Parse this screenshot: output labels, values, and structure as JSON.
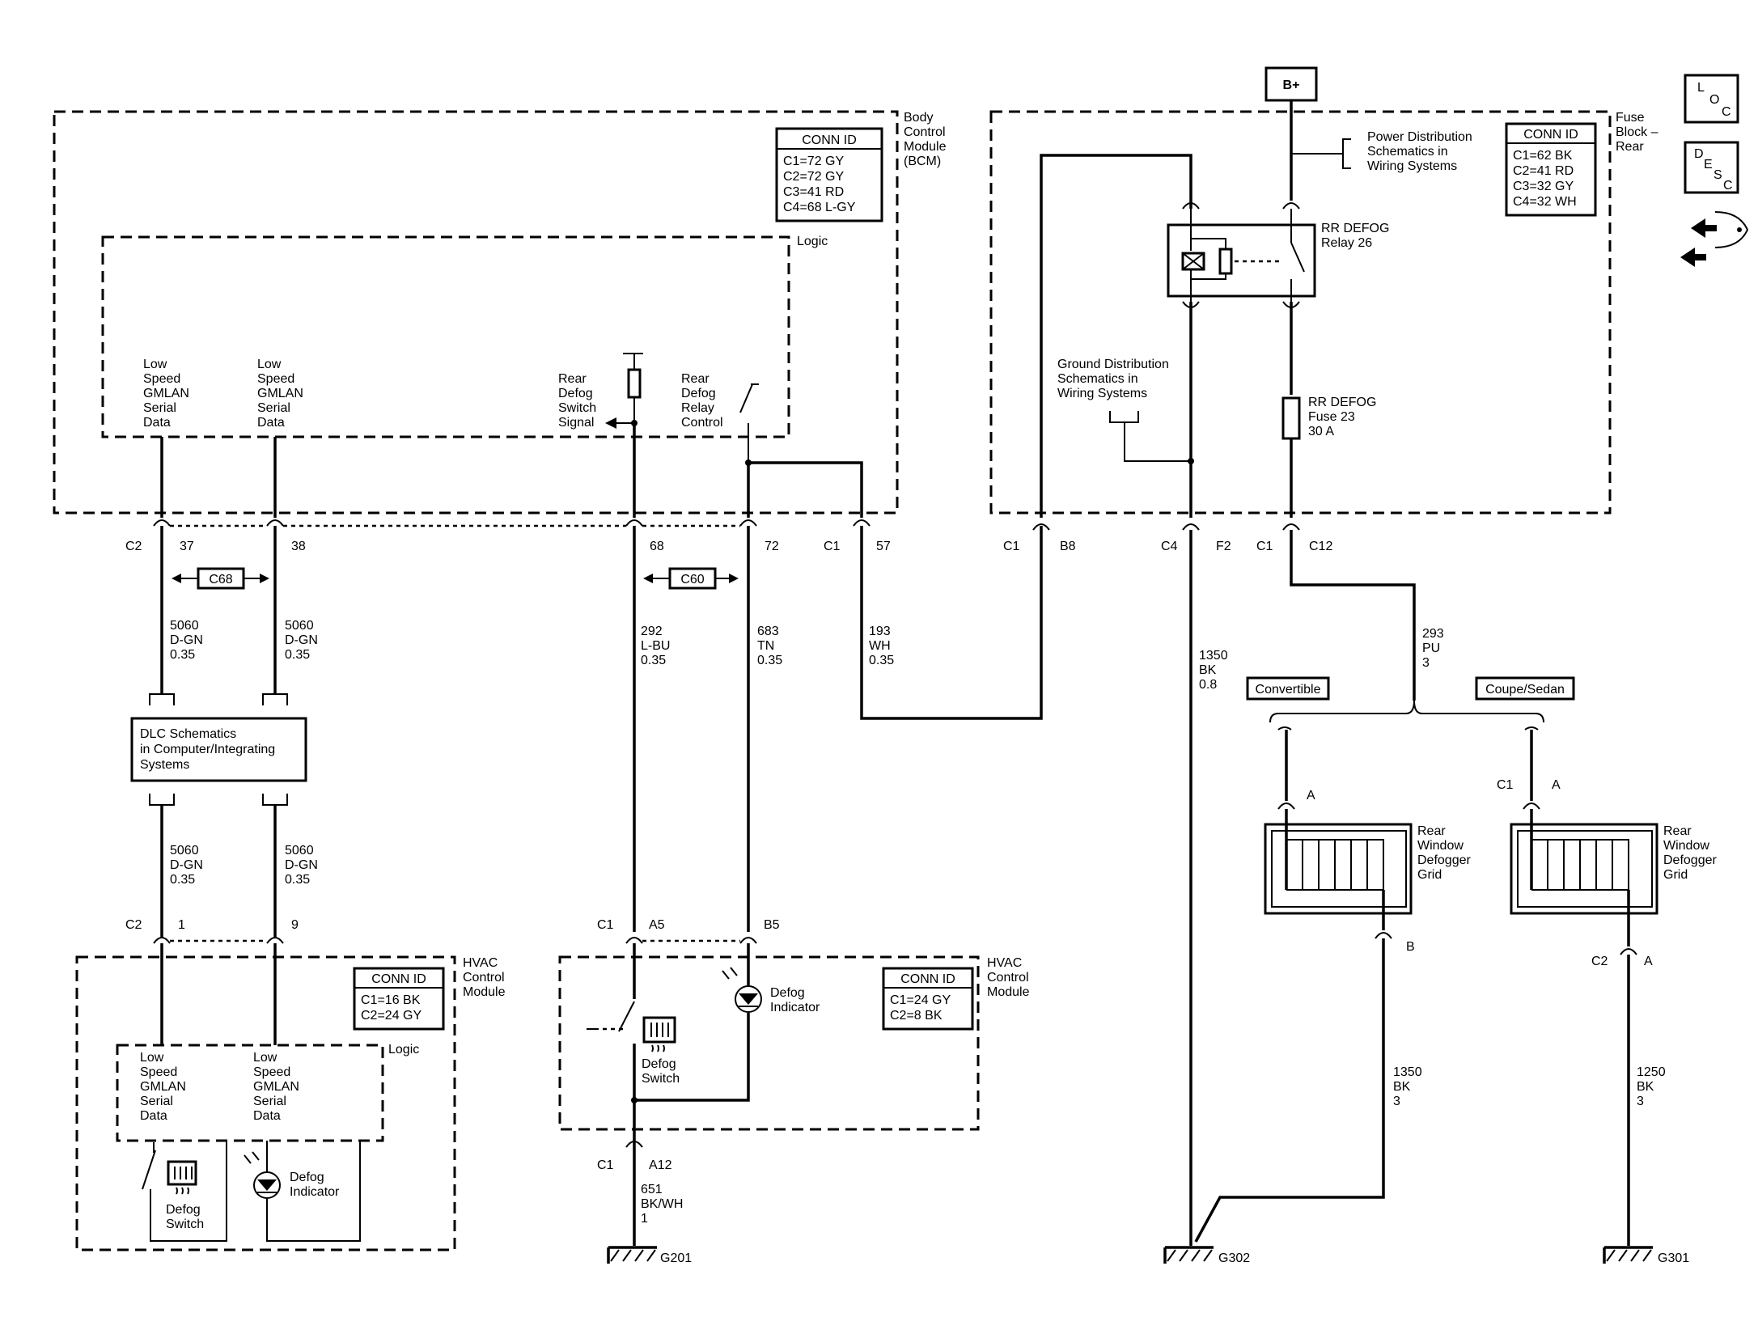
{
  "bcm": {
    "name": [
      "Body",
      "Control",
      "Module",
      "(BCM)"
    ],
    "conn_title": "CONN ID",
    "conn": [
      "C1=72 GY",
      "C2=72 GY",
      "C3=41 RD",
      "C4=68 L-GY"
    ],
    "logic": "Logic",
    "sig1": [
      "Low",
      "Speed",
      "GMLAN",
      "Serial",
      "Data"
    ],
    "sig2": [
      "Low",
      "Speed",
      "GMLAN",
      "Serial",
      "Data"
    ],
    "sig3": [
      "Rear",
      "Defog",
      "Switch",
      "Signal"
    ],
    "sig4": [
      "Rear",
      "Defog",
      "Relay",
      "Control"
    ]
  },
  "fuse_block": {
    "name": [
      "Fuse",
      "Block –",
      "Rear"
    ],
    "conn_title": "CONN ID",
    "conn": [
      "C1=62 BK",
      "C2=41 RD",
      "C3=32 GY",
      "C4=32 WH"
    ],
    "power": "B+",
    "power_dist": [
      "Power Distribution",
      "Schematics in",
      "Wiring  Systems"
    ],
    "relay": [
      "RR DEFOG",
      "Relay 26"
    ],
    "ground_dist": [
      "Ground Distribution",
      "Schematics in",
      "Wiring  Systems"
    ],
    "fuse": [
      "RR DEFOG",
      "Fuse 23",
      "30 A"
    ]
  },
  "connectors": {
    "c2": "C2",
    "c1": "C1",
    "c4": "C4",
    "p37": "37",
    "p38": "38",
    "p68": "68",
    "p72": "72",
    "p57": "57",
    "b8": "B8",
    "f2": "F2",
    "c12": "C12",
    "c68": "C68",
    "c60": "C60",
    "p1": "1",
    "p9": "9",
    "a5": "A5",
    "b5": "B5",
    "a12": "A12",
    "a": "A",
    "b": "B"
  },
  "wires": {
    "w1": [
      "5060",
      "D-GN",
      "0.35"
    ],
    "w2": [
      "5060",
      "D-GN",
      "0.35"
    ],
    "w3": [
      "292",
      "L-BU",
      "0.35"
    ],
    "w4": [
      "683",
      "TN",
      "0.35"
    ],
    "w5": [
      "193",
      "WH",
      "0.35"
    ],
    "w6": [
      "1350",
      "BK",
      "0.8"
    ],
    "w7": [
      "293",
      "PU",
      "3"
    ],
    "w8": [
      "5060",
      "D-GN",
      "0.35"
    ],
    "w9": [
      "5060",
      "D-GN",
      "0.35"
    ],
    "w10": [
      "651",
      "BK/WH",
      "1"
    ],
    "w11": [
      "1350",
      "BK",
      "3"
    ],
    "w12": [
      "1250",
      "BK",
      "3"
    ]
  },
  "dlc": [
    "DLC Schematics",
    "in Computer/Integrating",
    "Systems"
  ],
  "options": {
    "convertible": "Convertible",
    "coupe": "Coupe/Sedan"
  },
  "grid_label": [
    "Rear",
    "Window",
    "Defogger",
    "Grid"
  ],
  "hvac1": {
    "name": [
      "HVAC",
      "Control",
      "Module"
    ],
    "conn_title": "CONN ID",
    "conn": [
      "C1=16 BK",
      "C2=24 GY"
    ],
    "logic": "Logic",
    "sig1": [
      "Low",
      "Speed",
      "GMLAN",
      "Serial",
      "Data"
    ],
    "sig2": [
      "Low",
      "Speed",
      "GMLAN",
      "Serial",
      "Data"
    ],
    "switch": [
      "Defog",
      "Switch"
    ],
    "indicator": [
      "Defog",
      "Indicator"
    ]
  },
  "hvac2": {
    "name": [
      "HVAC",
      "Control",
      "Module"
    ],
    "conn_title": "CONN ID",
    "conn": [
      "C1=24 GY",
      "C2=8 BK"
    ],
    "switch": [
      "Defog",
      "Switch"
    ],
    "indicator": [
      "Defog",
      "Indicator"
    ]
  },
  "grounds": {
    "g201": "G201",
    "g302": "G302",
    "g301": "G301"
  },
  "side_icons": {
    "loc": [
      "L",
      "O",
      "C"
    ],
    "desc": [
      "D",
      "E",
      "S",
      "C"
    ]
  }
}
